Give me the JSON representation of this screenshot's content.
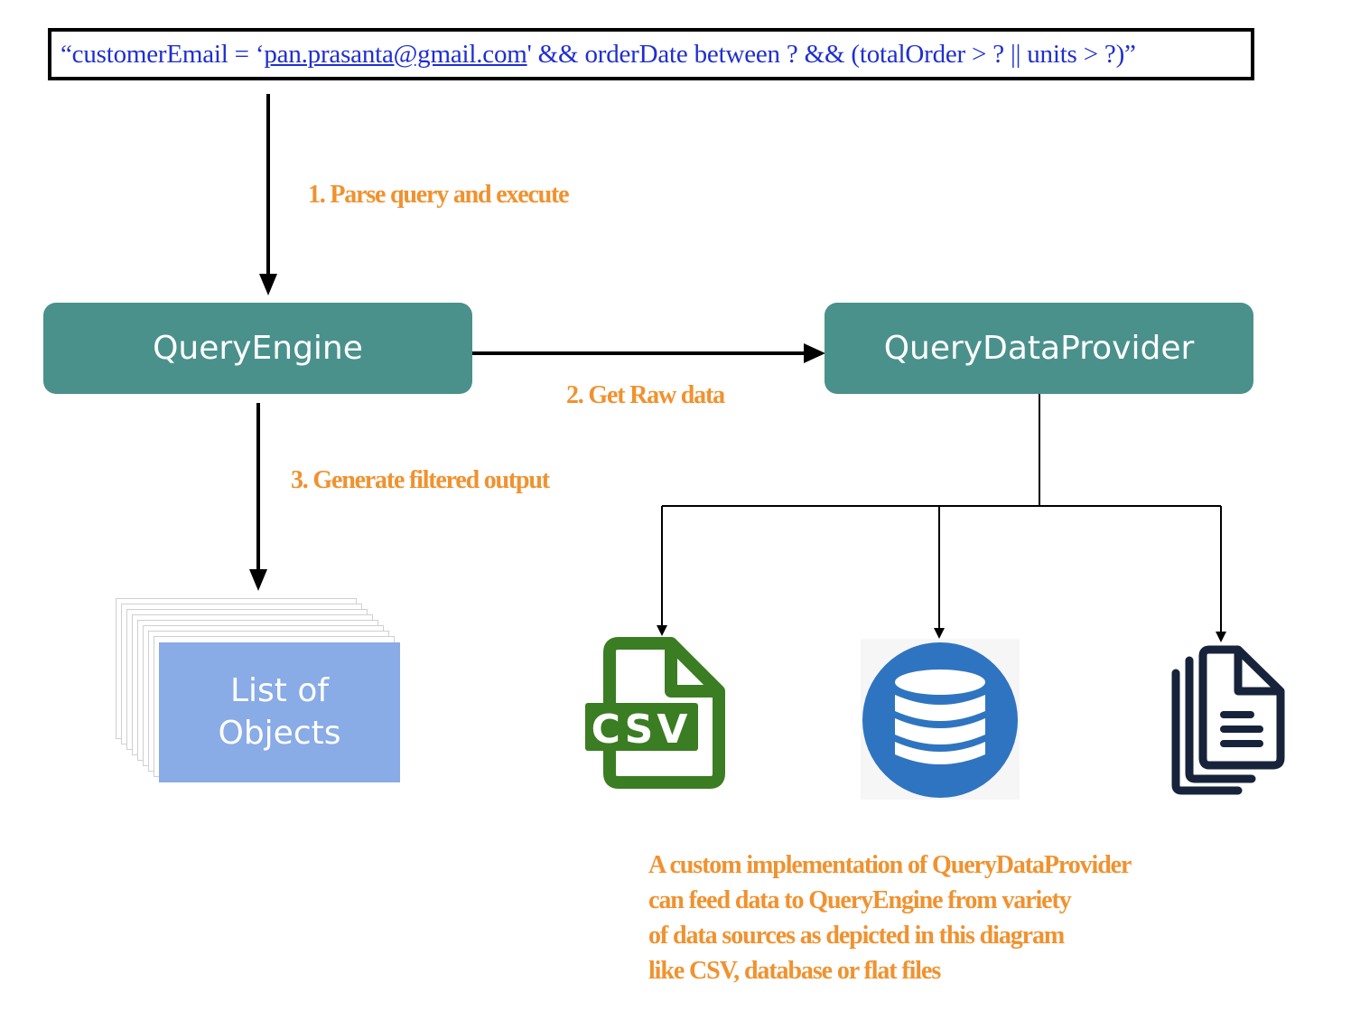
{
  "query": {
    "prefix": "“customerEmail = ‘",
    "email": "pan.prasanta@gmail.com",
    "suffix": "' && orderDate between ? && (totalOrder > ? || units > ?)”"
  },
  "nodes": {
    "engine": "QueryEngine",
    "provider": "QueryDataProvider",
    "output": "List of Objects"
  },
  "steps": {
    "parse": "1. Parse query and execute",
    "raw": "2. Get Raw data",
    "filter": "3. Generate filtered output"
  },
  "sources": {
    "csv_label": "CSV",
    "csv_icon": "csv-file-icon",
    "db_icon": "database-icon",
    "files_icon": "flat-files-icon"
  },
  "note_lines": [
    "A custom implementation of QueryDataProvider",
    "can feed data to QueryEngine from variety",
    "of data sources as depicted in this diagram",
    "like CSV, database or flat files"
  ],
  "colors": {
    "node_fill": "#4a918c",
    "step_text": "#f0922f",
    "query_text": "#1f2fd0",
    "list_fill": "#89abe6",
    "csv_green": "#3a7d22",
    "db_blue": "#2f74c0",
    "files_navy": "#16233a"
  }
}
